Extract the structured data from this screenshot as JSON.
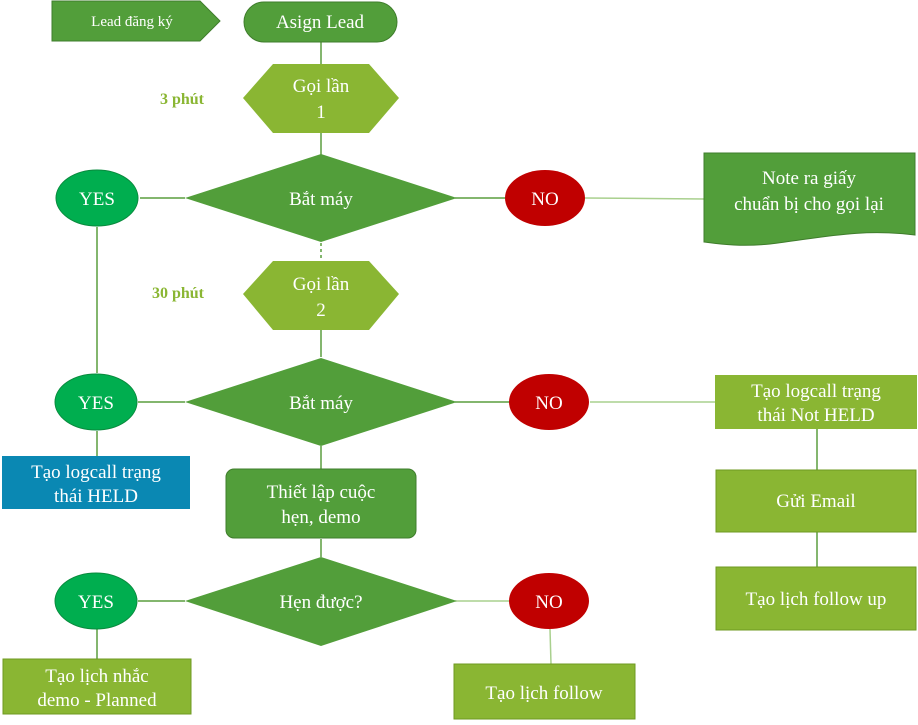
{
  "colors": {
    "dark_green": "#529e3a",
    "light_green": "#8ab633",
    "yes_green": "#00ae4f",
    "no_red": "#c00000",
    "blue": "#0a88b3",
    "connector": "#5a9e3f",
    "connector_light": "#a9d08e"
  },
  "start": {
    "lead_registered": "Lead đăng ký",
    "assign_lead": "Asign Lead"
  },
  "call1": {
    "delay": "3 phút",
    "label_line1": "Gọi lần",
    "label_line2": "1",
    "decision": "Bắt máy",
    "yes": "YES",
    "no": "NO",
    "no_action_line1": "Note ra giấy",
    "no_action_line2": "chuẩn bị cho gọi lại"
  },
  "call2": {
    "delay": "30 phút",
    "label_line1": "Gọi lần",
    "label_line2": "2",
    "decision": "Bắt máy",
    "yes": "YES",
    "no": "NO",
    "yes_action_line1": "Tạo logcall trạng",
    "yes_action_line2": "thái HELD",
    "no_action_line1": "Tạo logcall trạng",
    "no_action_line2": "thái Not HELD",
    "send_email": "Gửi Email",
    "follow_up": "Tạo lịch follow up"
  },
  "appointment": {
    "setup_line1": "Thiết lập cuộc",
    "setup_line2": "hẹn, demo",
    "decision": "Hẹn được?",
    "yes": "YES",
    "no": "NO",
    "yes_action_line1": "Tạo lịch nhắc",
    "yes_action_line2": "demo - Planned",
    "no_action": "Tạo lịch follow"
  }
}
